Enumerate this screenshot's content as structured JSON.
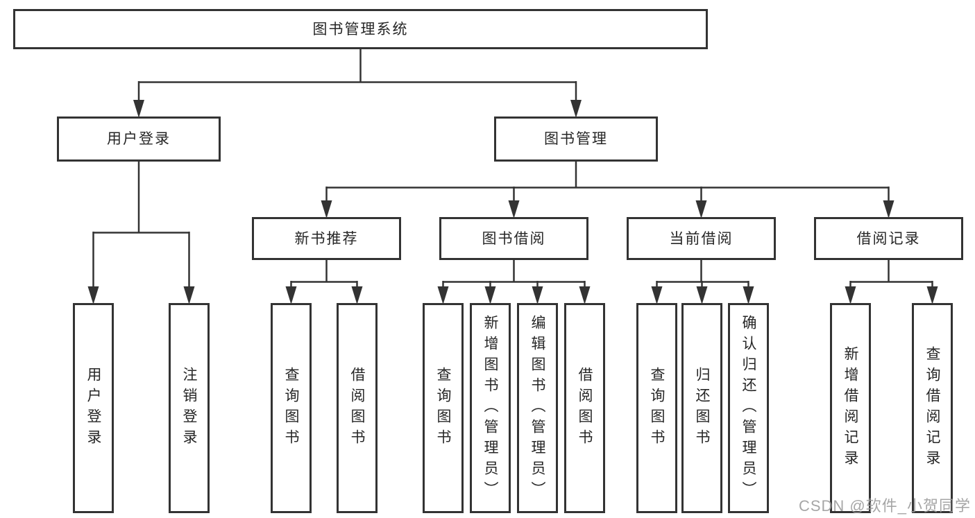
{
  "nodes": {
    "root": {
      "label": "图书管理系统"
    },
    "user_login": {
      "label": "用户登录"
    },
    "book_management": {
      "label": "图书管理"
    },
    "new_book_recommend": {
      "label": "新书推荐"
    },
    "book_borrowing": {
      "label": "图书借阅"
    },
    "current_borrowing": {
      "label": "当前借阅"
    },
    "borrowing_records": {
      "label": "借阅记录"
    },
    "login": {
      "label": "用户登录"
    },
    "logout": {
      "label": "注销登录"
    },
    "nbr_query_books": {
      "label": "查询图书"
    },
    "nbr_borrow_books": {
      "label": "借阅图书"
    },
    "bb_query_books": {
      "label": "查询图书"
    },
    "bb_add_books": {
      "label": "新增图书（管理员）"
    },
    "bb_edit_books": {
      "label": "编辑图书（管理员）"
    },
    "bb_borrow_books": {
      "label": "借阅图书"
    },
    "cb_query_books": {
      "label": "查询图书"
    },
    "cb_return_books": {
      "label": "归还图书"
    },
    "cb_confirm_return": {
      "label": "确认归还（管理员）"
    },
    "br_add_record": {
      "label": "新增借阅记录"
    },
    "br_query_record": {
      "label": "查询借阅记录"
    }
  },
  "hierarchy": {
    "root": [
      "user_login",
      "book_management"
    ],
    "user_login": [
      "login",
      "logout"
    ],
    "book_management": [
      "new_book_recommend",
      "book_borrowing",
      "current_borrowing",
      "borrowing_records"
    ],
    "new_book_recommend": [
      "nbr_query_books",
      "nbr_borrow_books"
    ],
    "book_borrowing": [
      "bb_query_books",
      "bb_add_books",
      "bb_edit_books",
      "bb_borrow_books"
    ],
    "current_borrowing": [
      "cb_query_books",
      "cb_return_books",
      "cb_confirm_return"
    ],
    "borrowing_records": [
      "br_add_record",
      "br_query_record"
    ]
  },
  "watermark": {
    "text": "CSDN @软件_小贺同学"
  },
  "colors": {
    "line": "#333333",
    "box_border": "#333333",
    "box_fill": "#ffffff",
    "text": "#262626",
    "watermark": "#9a9a9a",
    "background": "#ffffff"
  }
}
